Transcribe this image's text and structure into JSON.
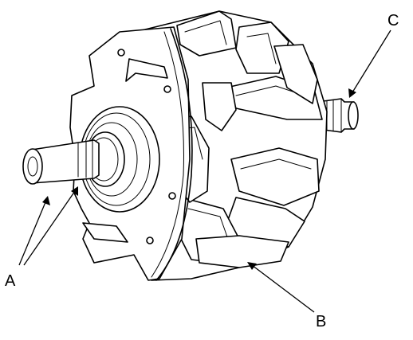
{
  "diagram": {
    "labels": {
      "a": "A",
      "b": "B",
      "c": "C"
    },
    "colors": {
      "line": "#000000",
      "background": "#ffffff"
    }
  }
}
